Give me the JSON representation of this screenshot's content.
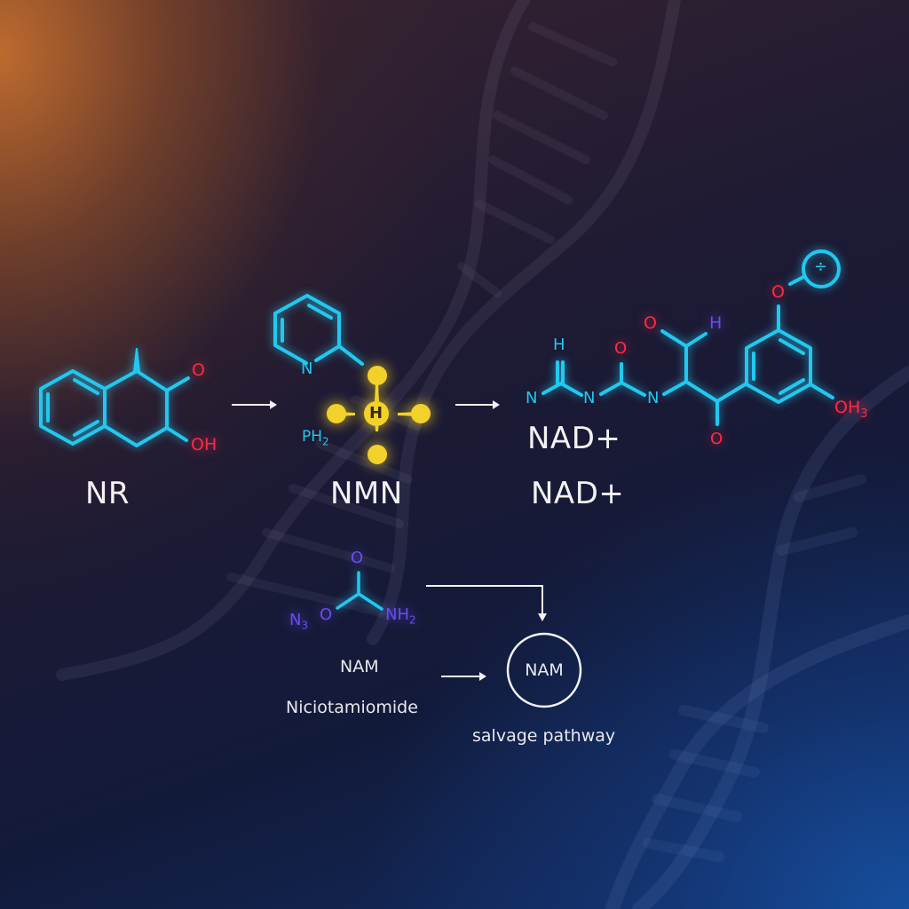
{
  "colors": {
    "bond": "#22c8ee",
    "oxygen": "#ff2a44",
    "hydrogen_highlight": "#f2d22a",
    "violet": "#6a4cf0",
    "text": "#f2f2f4",
    "bg_orange": "#c46e2e",
    "bg_navy": "#121a3a",
    "bg_blue": "#1650a0"
  },
  "molecules": {
    "nr": {
      "name": "NR",
      "atoms": {
        "o": "O",
        "oh": "OH"
      }
    },
    "nmn": {
      "name": "NMN",
      "atoms": {
        "n": "N",
        "h": "H",
        "ph2": "PH",
        "ph2_sub": "2"
      }
    },
    "nad": {
      "name": "NAD+",
      "inline_label": "NAD+",
      "atoms": {
        "n1": "N",
        "h1": "H",
        "n2": "N",
        "o1": "O",
        "n3": "N",
        "o2": "O",
        "h2": "H",
        "o3": "O",
        "o4": "O",
        "oh3": "OH",
        "oh3_sub": "3",
        "charge": "÷"
      }
    },
    "nam": {
      "name": "NAM",
      "full_name": "Niciotamiomide",
      "atoms": {
        "o": "O",
        "n3": "N",
        "n3_sub": "3",
        "o_ring": "O",
        "nh2": "NH",
        "nh2_sub": "2"
      }
    }
  },
  "salvage": {
    "node_label": "NAM",
    "caption": "salvage pathway"
  }
}
